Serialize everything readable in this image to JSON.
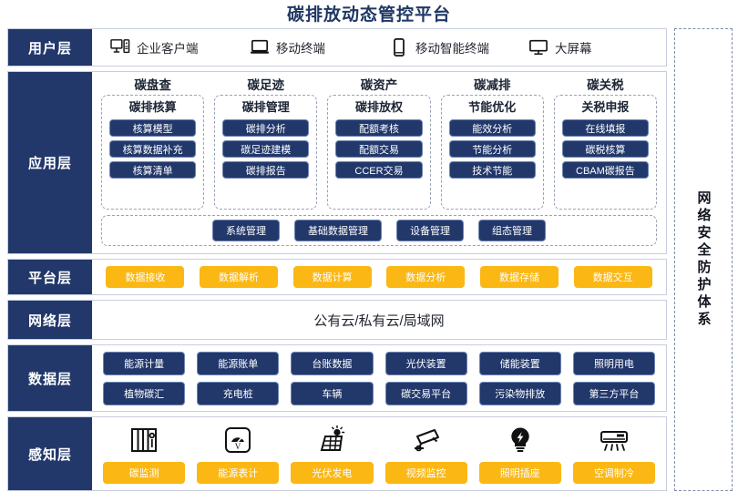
{
  "title": "碳排放动态管控平台",
  "security_column": {
    "label": "网络安全防护体系"
  },
  "layers": {
    "user": {
      "label": "用户层",
      "items": [
        {
          "icon": "desktop-tower-icon",
          "label": "企业客户端"
        },
        {
          "icon": "laptop-icon",
          "label": "移动终端"
        },
        {
          "icon": "smartphone-icon",
          "label": "移动智能终端"
        },
        {
          "icon": "big-screen-icon",
          "label": "大屏幕"
        }
      ]
    },
    "application": {
      "label": "应用层",
      "columns": [
        {
          "title": "碳盘查",
          "subtitle": "碳排核算",
          "items": [
            "核算模型",
            "核算数据补充",
            "核算清单"
          ]
        },
        {
          "title": "碳足迹",
          "subtitle": "碳排管理",
          "items": [
            "碳排分析",
            "碳足迹建模",
            "碳排报告"
          ]
        },
        {
          "title": "碳资产",
          "subtitle": "碳排放权",
          "items": [
            "配额考核",
            "配额交易",
            "CCER交易"
          ]
        },
        {
          "title": "碳减排",
          "subtitle": "节能优化",
          "items": [
            "能效分析",
            "节能分析",
            "技术节能"
          ]
        },
        {
          "title": "碳关税",
          "subtitle": "关税申报",
          "items": [
            "在线填报",
            "碳税核算",
            "CBAM碳报告"
          ]
        }
      ],
      "management": [
        "系统管理",
        "基础数据管理",
        "设备管理",
        "组态管理"
      ]
    },
    "platform": {
      "label": "平台层",
      "items": [
        "数据接收",
        "数据解析",
        "数据计算",
        "数据分析",
        "数据存储",
        "数据交互"
      ]
    },
    "network": {
      "label": "网络层",
      "text": "公有云/私有云/局域网"
    },
    "data": {
      "label": "数据层",
      "row1": [
        "能源计量",
        "能源账单",
        "台账数据",
        "光伏装置",
        "储能装置",
        "照明用电"
      ],
      "row2": [
        "植物碳汇",
        "充电桩",
        "车辆",
        "碳交易平台",
        "污染物排放",
        "第三方平台"
      ]
    },
    "perception": {
      "label": "感知层",
      "items": [
        {
          "icon": "server-rack-icon",
          "label": "碳监测"
        },
        {
          "icon": "meter-gauge-icon",
          "label": "能源表计"
        },
        {
          "icon": "solar-panel-icon",
          "label": "光伏发电"
        },
        {
          "icon": "cctv-camera-icon",
          "label": "视频监控"
        },
        {
          "icon": "light-bulb-icon",
          "label": "照明插座"
        },
        {
          "icon": "air-conditioner-icon",
          "label": "空调制冷"
        }
      ]
    }
  },
  "colors": {
    "navy": "#22386b",
    "amber": "#fbb713",
    "title": "#1f3864",
    "border": "#c7cede"
  }
}
